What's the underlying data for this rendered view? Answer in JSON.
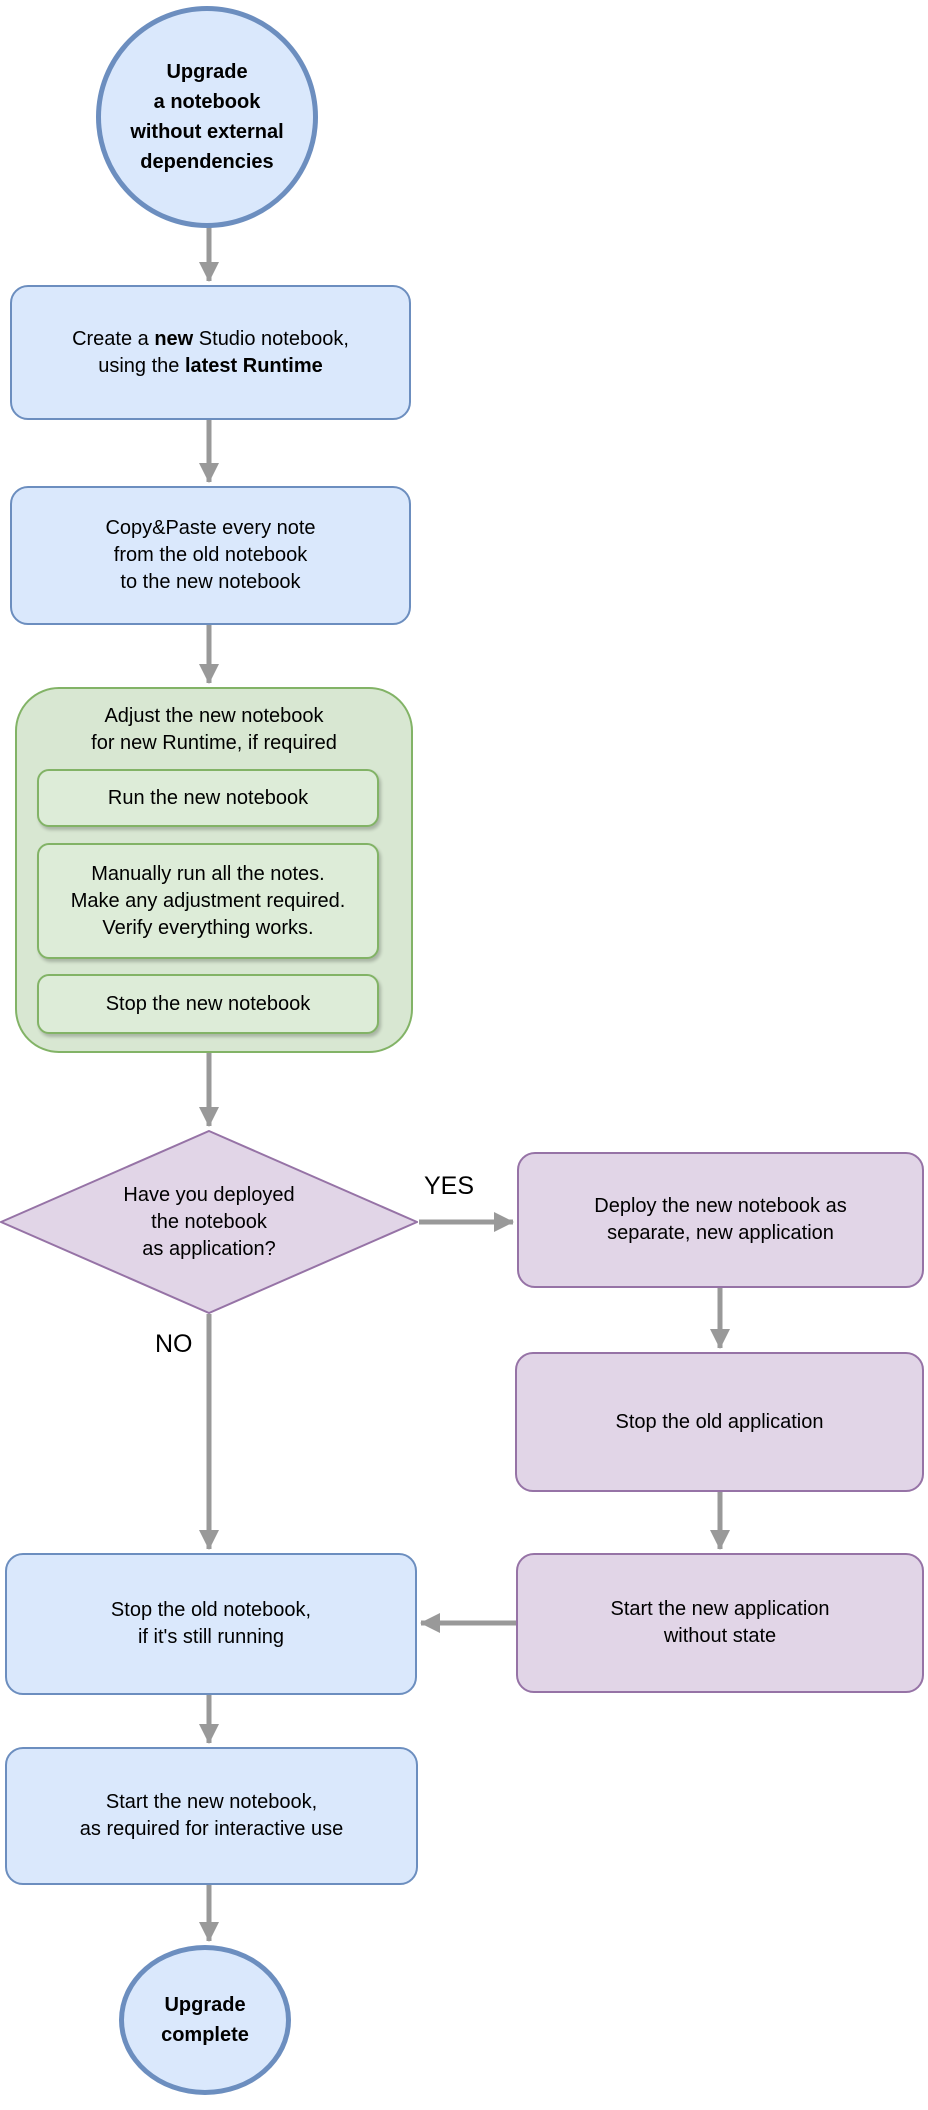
{
  "colors": {
    "blue_fill": "#dae8fc",
    "blue_stroke": "#6c8ebf",
    "green_fill": "#d8e7d2",
    "green_step_fill": "#ddecd8",
    "green_stroke": "#82b366",
    "purple_fill": "#e1d5e7",
    "purple_stroke": "#9673a6",
    "arrow": "#999999",
    "text": "#000000"
  },
  "nodes": {
    "start": {
      "lines": [
        "Upgrade",
        "a notebook",
        "without external",
        "dependencies"
      ]
    },
    "create": {
      "pre1": "Create a ",
      "bold1": "new",
      "post1": " Studio notebook,",
      "pre2": "using the ",
      "bold2": "latest Runtime"
    },
    "copy_paste": {
      "lines": [
        "Copy&Paste every note",
        "from the old notebook",
        "to the new notebook"
      ]
    },
    "adjust_group": {
      "lines": [
        "Adjust the new notebook",
        "for new Runtime, if required"
      ],
      "steps": [
        {
          "lines": [
            "Run the new notebook"
          ]
        },
        {
          "lines": [
            "Manually run all the notes.",
            "Make any adjustment required.",
            "Verify everything works."
          ]
        },
        {
          "lines": [
            "Stop the new notebook"
          ]
        }
      ]
    },
    "decision": {
      "lines": [
        "Have you deployed",
        "the notebook",
        "as application?"
      ]
    },
    "deploy": {
      "lines": [
        "Deploy the new notebook as",
        "separate, new application"
      ]
    },
    "stop_old_app": {
      "lines": [
        "Stop the old application"
      ]
    },
    "start_new_app": {
      "lines": [
        "Start the new application",
        "without state"
      ]
    },
    "stop_old_notebook": {
      "lines": [
        "Stop the old notebook,",
        "if it's still running"
      ]
    },
    "start_new_notebook": {
      "lines": [
        "Start the new notebook,",
        "as required for interactive use"
      ]
    },
    "end": {
      "lines": [
        "Upgrade",
        "complete"
      ]
    }
  },
  "edge_labels": {
    "yes": "YES",
    "no": "NO"
  }
}
